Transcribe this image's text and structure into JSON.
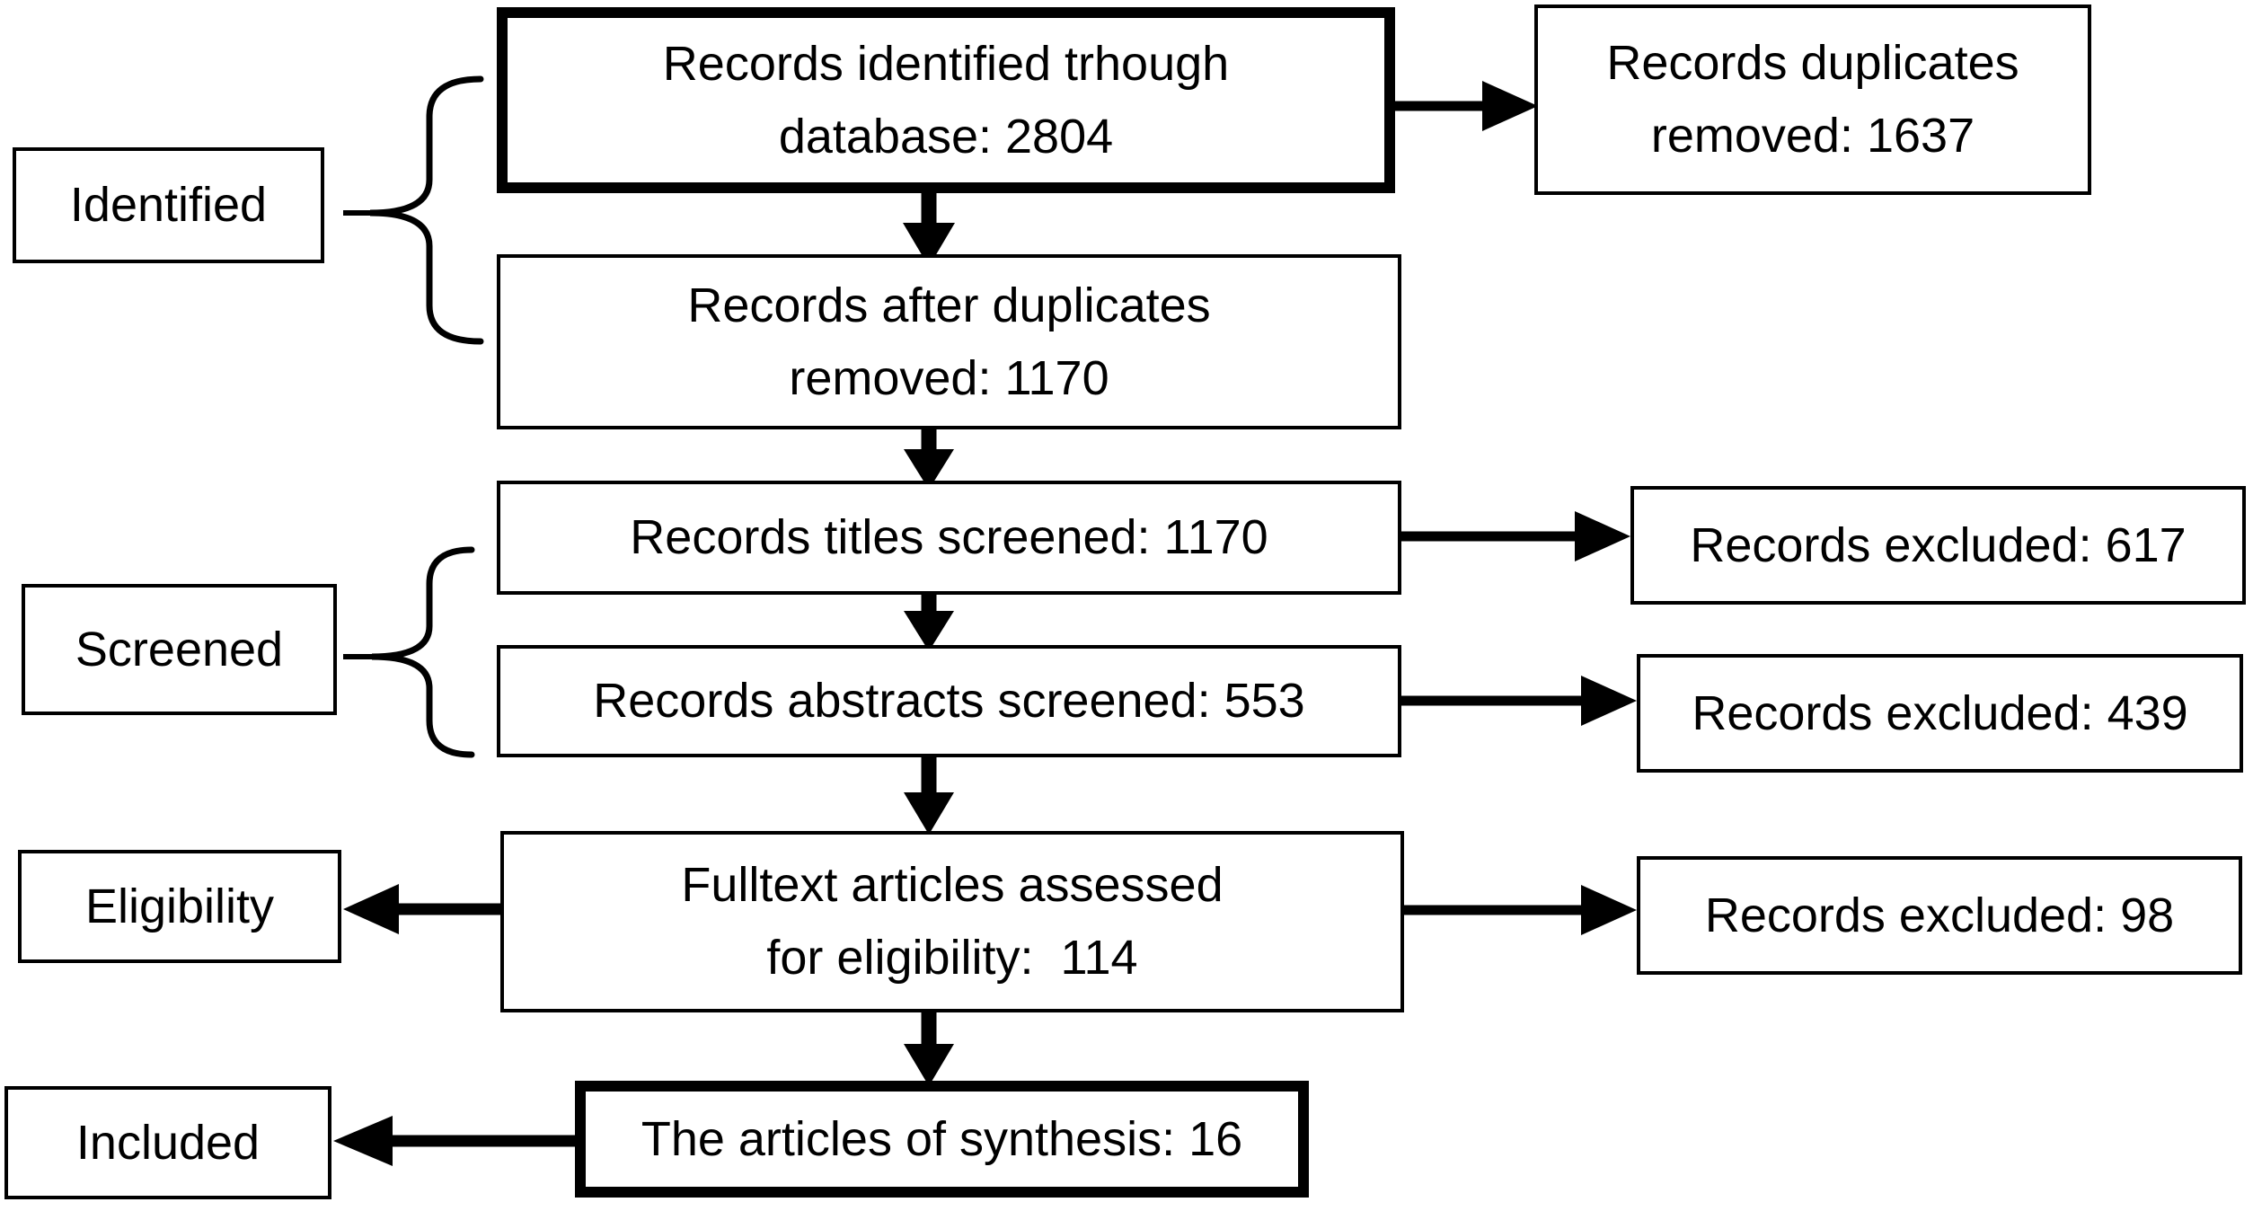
{
  "diagram": {
    "stage_labels": [
      {
        "label": "Identified"
      },
      {
        "label": "Screened"
      },
      {
        "label": "Eligibility"
      },
      {
        "label": "Included"
      }
    ],
    "main_flow": [
      {
        "text": "Records identified trhough\ndatabase: 2804",
        "count": 2804,
        "emphasized": true
      },
      {
        "text": "Records after duplicates\nremoved: 1170",
        "count": 1170,
        "emphasized": false
      },
      {
        "text": "Records titles screened: 1170",
        "count": 1170,
        "emphasized": false
      },
      {
        "text": "Records abstracts screened: 553",
        "count": 553,
        "emphasized": false
      },
      {
        "text": "Fulltext articles assessed\nfor eligibility:  114",
        "count": 114,
        "emphasized": false
      },
      {
        "text": "The articles of synthesis: 16",
        "count": 16,
        "emphasized": true
      }
    ],
    "side_flow": [
      {
        "text": "Records duplicates\nremoved: 1637",
        "count": 1637
      },
      {
        "text": "Records excluded: 617",
        "count": 617
      },
      {
        "text": "Records excluded: 439",
        "count": 439
      },
      {
        "text": "Records excluded: 98",
        "count": 98
      }
    ],
    "colors": {
      "ink": "#000000",
      "background": "#ffffff"
    }
  }
}
